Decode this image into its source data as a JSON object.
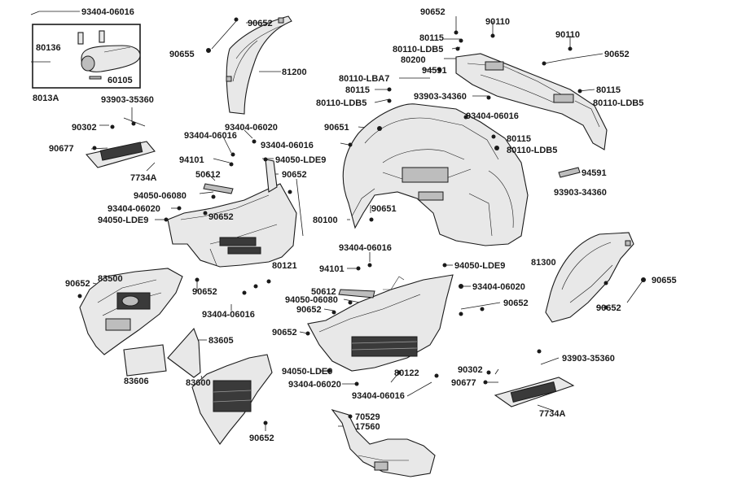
{
  "labels": {
    "l1": "93404-06016",
    "l2": "80136",
    "l3": "8013A",
    "l4": "60105",
    "l5": "90652",
    "l6": "90655",
    "l7": "81200",
    "l8": "90652",
    "l9": "90110",
    "l10": "80115",
    "l11": "80110-LDB5",
    "l12": "80200",
    "l13": "90110",
    "l14": "90652",
    "l15": "80110-LBA7",
    "l16": "94591",
    "l17": "80115",
    "l18": "80110-LDB5",
    "l19": "80115",
    "l20": "80110-LDB5",
    "l21": "93903-34360",
    "l22": "93903-35360",
    "l23": "90302",
    "l24": "90677",
    "l25": "7734A",
    "l26": "93404-06020",
    "l27": "93404-06016",
    "l28": "94101",
    "l29": "94050-LDE9",
    "l30": "93404-06016",
    "l31": "90651",
    "l32": "93404-06016",
    "l33": "80115",
    "l34": "80110-LDB5",
    "l35": "50612",
    "l36": "90652",
    "l37": "94050-06080",
    "l38": "93404-06020",
    "l39": "90652",
    "l40": "94050-LDE9",
    "l41": "80100",
    "l42": "90651",
    "l43": "94591",
    "l44": "93903-34360",
    "l45": "80121",
    "l46": "93404-06016",
    "l47": "94101",
    "l48": "94050-LDE9",
    "l49": "81300",
    "l50": "90652",
    "l51": "83500",
    "l52": "90652",
    "l53": "93404-06016",
    "l54": "50612",
    "l55": "94050-06080",
    "l56": "90652",
    "l57": "93404-06020",
    "l58": "90652",
    "l59": "90655",
    "l60": "90652",
    "l61": "90652",
    "l62": "83605",
    "l63": "83606",
    "l64": "83600",
    "l65": "94050-LDE9",
    "l66": "93404-06020",
    "l67": "80122",
    "l68": "93404-06016",
    "l69": "90302",
    "l70": "90677",
    "l71": "93903-35360",
    "l72": "7734A",
    "l73": "70529",
    "l74": "17560",
    "l75": "90652"
  }
}
